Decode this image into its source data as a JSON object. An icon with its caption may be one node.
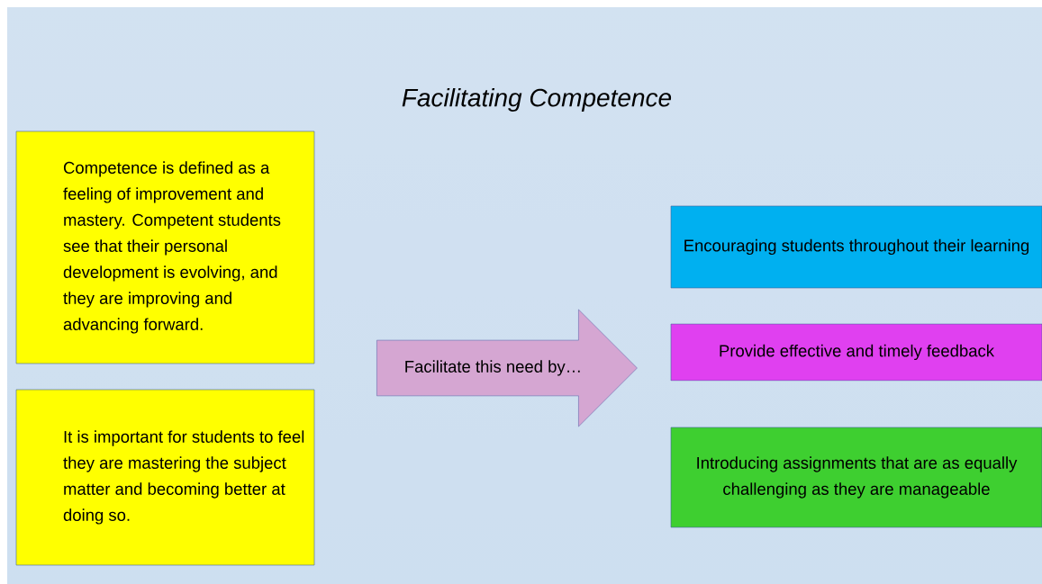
{
  "diagram": {
    "title": "Facilitating Competence",
    "nodes": [
      {
        "text": [
          "Competence is defined as a feeling of improvement and mastery. Competent students see that their personal development is evolving, and they are improving and advancing forward."
        ]
      },
      {
        "text": [
          "It is important for students to feel they are mastering the subject matter and becoming better at doing so."
        ]
      },
      {
        "text": [
          "Facilitate this need by…"
        ]
      },
      {
        "text": [
          "Encouraging students throughout their learning"
        ]
      },
      {
        "text": [
          "Provide effective and timely feedback"
        ]
      },
      {
        "text": [
          "Introducing assignments that are as equally challenging as they are manageable"
        ]
      }
    ],
    "edges": []
  }
}
